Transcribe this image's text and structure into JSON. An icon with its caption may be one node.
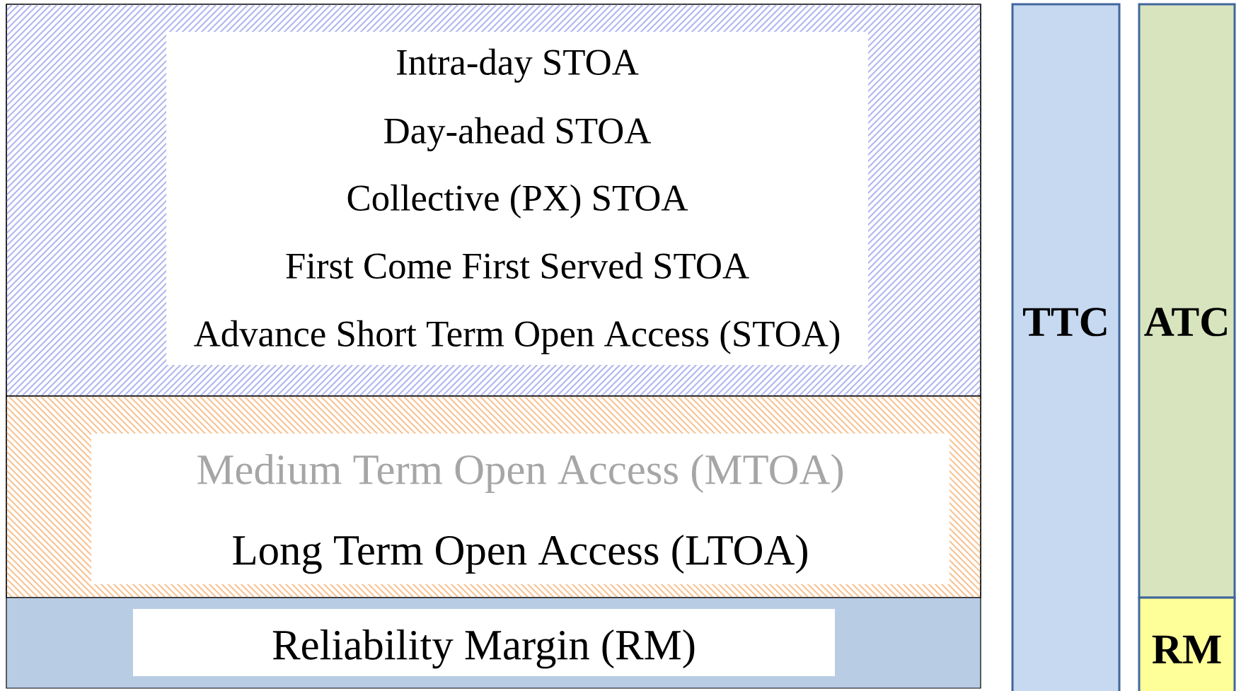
{
  "diagram": {
    "nodes": [
      {
        "text": [],
        "shape": "box"
      },
      {
        "text": [
          "Intra-day STOA",
          "Day-ahead STOA",
          "Collective (PX) STOA",
          "First Come First Served STOA",
          "Advance Short Term Open Access (STOA)"
        ],
        "in": 0
      },
      {
        "text": [],
        "shape": "box"
      },
      {
        "text": [
          "Medium Term Open Access (MTOA)",
          "Long Term Open Access (LTOA)"
        ],
        "in": 2
      },
      {
        "text": [],
        "shape": "box"
      },
      {
        "text": [
          "Reliability Margin (RM)"
        ],
        "in": 4
      },
      {
        "text": [
          "TTC"
        ]
      },
      {
        "text": [
          "ATC"
        ]
      },
      {
        "text": [
          "RM"
        ]
      }
    ]
  }
}
